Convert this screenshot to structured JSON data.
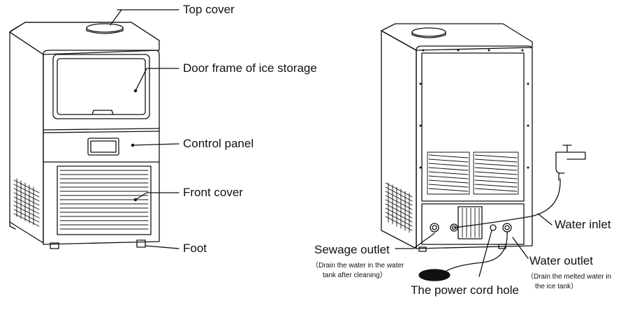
{
  "front_view": {
    "top_cover": "Top cover",
    "door_frame": "Door frame of ice storage",
    "control_panel": "Control panel",
    "front_cover": "Front cover",
    "foot": "Foot"
  },
  "rear_view": {
    "water_inlet": "Water inlet",
    "sewage_outlet": "Sewage outlet",
    "sewage_note_1": "（Drain the water in the water",
    "sewage_note_2": "tank after cleaning）",
    "water_outlet": "Water outlet",
    "water_outlet_note_1": "（Drain the melted water in",
    "water_outlet_note_2": "the ice tank）",
    "power_cord_hole": "The power cord hole"
  },
  "colors": {
    "line": "#111111",
    "background": "#ffffff"
  }
}
